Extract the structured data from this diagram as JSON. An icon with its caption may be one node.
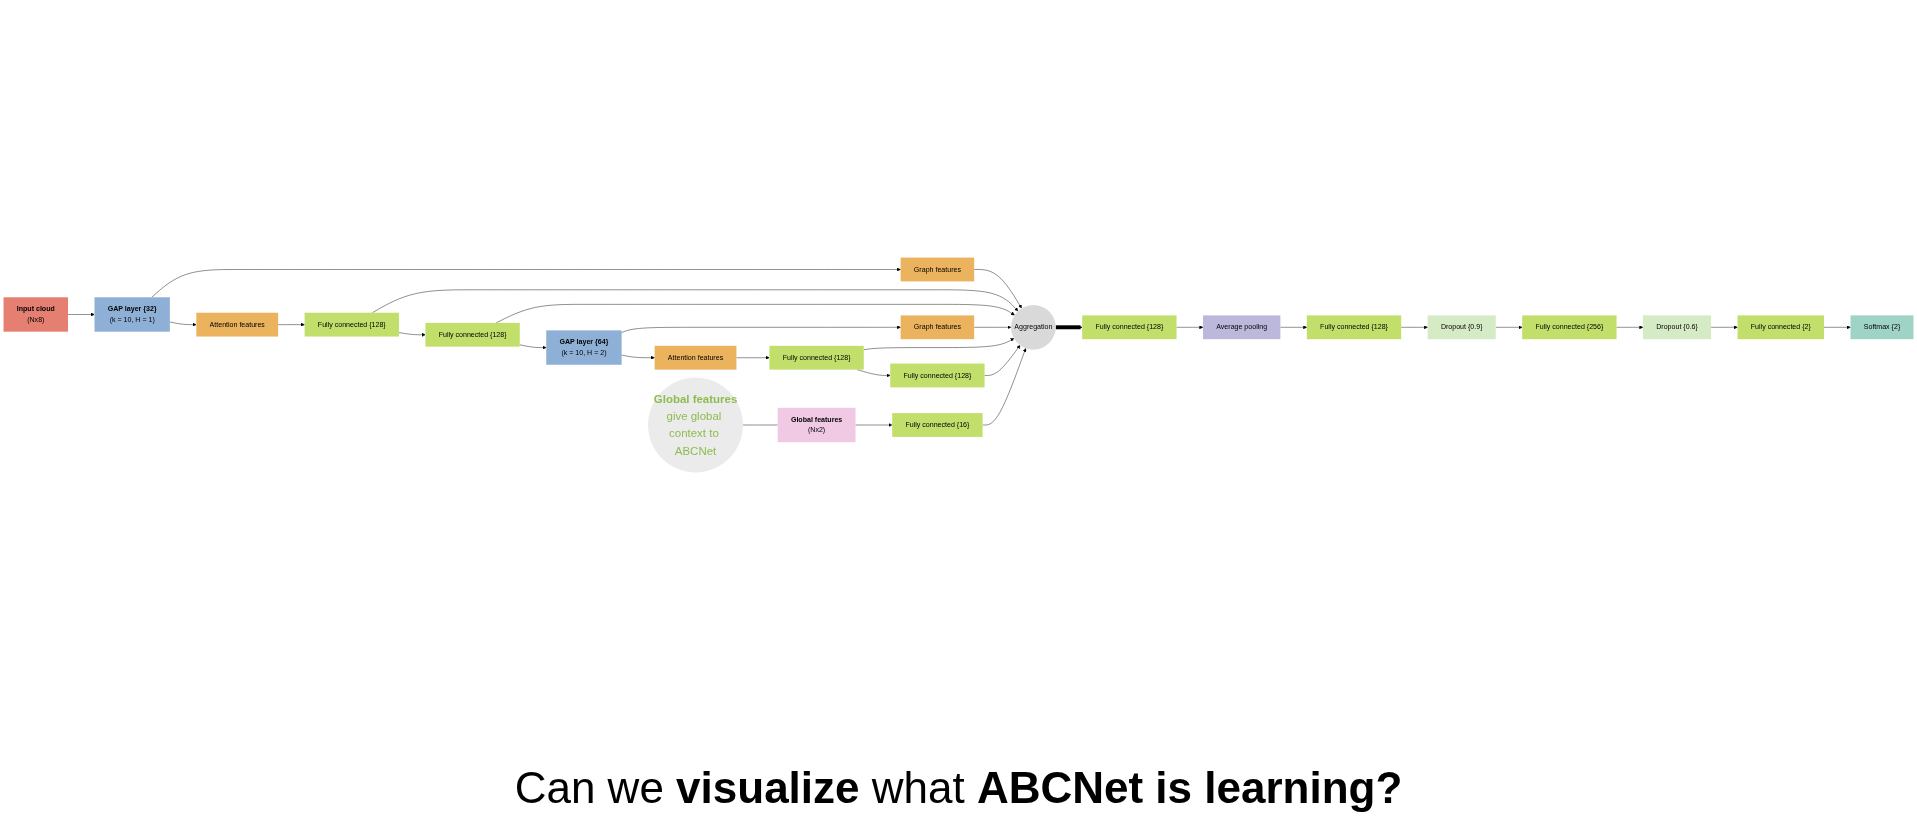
{
  "diagram": {
    "nodes": [
      {
        "text": [
          "Input cloud",
          "(Nx8)"
        ]
      },
      {
        "text": [
          "GAP layer {32}",
          "(k = 10, H = 1)"
        ]
      },
      {
        "text": [
          "Attention features"
        ]
      },
      {
        "text": [
          "Graph features"
        ]
      },
      {
        "text": [
          "Fully connected {128}"
        ]
      },
      {
        "text": [
          "Fully connected {128}"
        ]
      },
      {
        "text": [
          "GAP layer {64}",
          "(k = 10, H = 2)"
        ]
      },
      {
        "text": [
          "Attention features"
        ]
      },
      {
        "text": [
          "Graph features"
        ]
      },
      {
        "text": [
          "Fully connected {128}"
        ]
      },
      {
        "text": [
          "Fully connected {128}"
        ]
      },
      {
        "text": [
          "Global features",
          "(Nx2)"
        ]
      },
      {
        "text": [
          "Fully connected {16}"
        ]
      },
      {
        "text": [
          "Aggregation"
        ]
      },
      {
        "text": [
          "Fully connected {128}"
        ]
      },
      {
        "text": [
          "Average pooling"
        ]
      },
      {
        "text": [
          "Fully connected {128}"
        ]
      },
      {
        "text": [
          "Dropout {0.9}"
        ]
      },
      {
        "text": [
          "Fully connected {256}"
        ]
      },
      {
        "text": [
          "Dropout {0.6}"
        ]
      },
      {
        "text": [
          "Fully connected {2}"
        ]
      },
      {
        "text": [
          "Softmax {2}"
        ]
      },
      {
        "text": [
          "Global features",
          "give global context to ABCNet"
        ]
      }
    ],
    "edges": [
      {
        "from": 0,
        "to": 1,
        "arrow": "to"
      },
      {
        "from": 1,
        "to": 2,
        "arrow": "to"
      },
      {
        "from": 1,
        "to": 3,
        "arrow": "to"
      },
      {
        "from": 2,
        "to": 4,
        "arrow": "to"
      },
      {
        "from": 4,
        "to": 5,
        "arrow": "to"
      },
      {
        "from": 5,
        "to": 6,
        "arrow": "to"
      },
      {
        "from": 6,
        "to": 7,
        "arrow": "to"
      },
      {
        "from": 6,
        "to": 8,
        "arrow": "to"
      },
      {
        "from": 7,
        "to": 9,
        "arrow": "to"
      },
      {
        "from": 9,
        "to": 10,
        "arrow": "to"
      },
      {
        "from": 3,
        "to": 13,
        "arrow": "to"
      },
      {
        "from": 4,
        "to": 13,
        "arrow": "to"
      },
      {
        "from": 5,
        "to": 13,
        "arrow": "to"
      },
      {
        "from": 8,
        "to": 13,
        "arrow": "to"
      },
      {
        "from": 9,
        "to": 13,
        "arrow": "to"
      },
      {
        "from": 10,
        "to": 13,
        "arrow": "to"
      },
      {
        "from": 11,
        "to": 12,
        "arrow": "to"
      },
      {
        "from": 12,
        "to": 13,
        "arrow": "to"
      },
      {
        "from": 13,
        "to": 14,
        "arrow": "to",
        "style": "thick"
      },
      {
        "from": 14,
        "to": 15,
        "arrow": "to"
      },
      {
        "from": 15,
        "to": 16,
        "arrow": "to"
      },
      {
        "from": 16,
        "to": 17,
        "arrow": "to"
      },
      {
        "from": 17,
        "to": 18,
        "arrow": "to"
      },
      {
        "from": 18,
        "to": 19,
        "arrow": "to"
      },
      {
        "from": 19,
        "to": 20,
        "arrow": "to"
      },
      {
        "from": 20,
        "to": 21,
        "arrow": "to"
      },
      {
        "from": 22,
        "to": 11,
        "arrow": "none"
      }
    ],
    "labels": [
      "Can we **visualize** what **ABCNet is learning?**"
    ]
  }
}
